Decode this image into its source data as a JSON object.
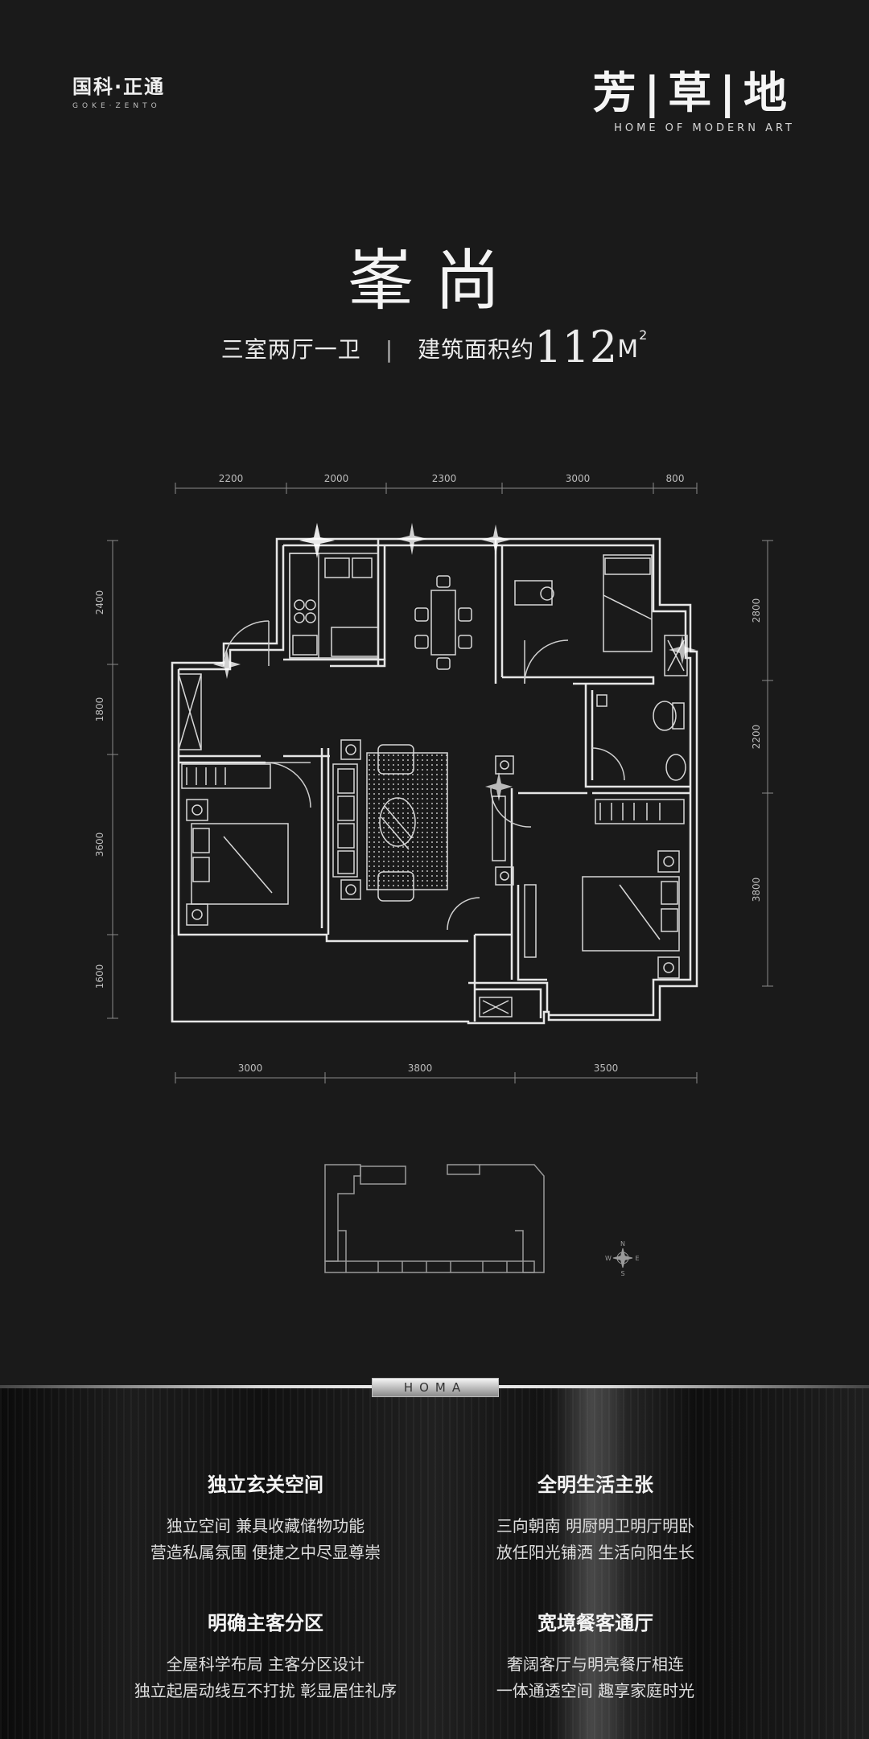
{
  "brand_left": {
    "name": "国科·正通",
    "tagline": "GOKE·ZENTO"
  },
  "brand_right": {
    "name": "芳|草|地",
    "tagline": "HOME OF MODERN ART"
  },
  "unit": {
    "name": "峯尚",
    "layout": "三室两厅一卫",
    "separator": "|",
    "area_label": "建筑面积约",
    "area_value": "112",
    "area_unit": "M",
    "area_exp": "2"
  },
  "dimensions": {
    "top": [
      "2200",
      "2000",
      "2300",
      "3000",
      "800"
    ],
    "bottom": [
      "3000",
      "3800",
      "3500"
    ],
    "left": [
      "2400",
      "1800",
      "3600",
      "1600"
    ],
    "right": [
      "2800",
      "2200",
      "3800"
    ]
  },
  "compass": {
    "n": "N",
    "s": "S",
    "e": "E",
    "w": "W"
  },
  "band_label": "HOMA",
  "features": [
    {
      "title": "独立玄关空间",
      "lines": [
        "独立空间  兼具收藏储物功能",
        "营造私属氛围  便捷之中尽显尊崇"
      ]
    },
    {
      "title": "全明生活主张",
      "lines": [
        "三向朝南  明厨明卫明厅明卧",
        "放任阳光铺洒  生活向阳生长"
      ]
    },
    {
      "title": "明确主客分区",
      "lines": [
        "全屋科学布局  主客分区设计",
        "独立起居动线互不打扰  彰显居住礼序"
      ]
    },
    {
      "title": "宽境餐客通厅",
      "lines": [
        "奢阔客厅与明亮餐厅相连",
        "一体通透空间  趣享家庭时光"
      ]
    }
  ]
}
